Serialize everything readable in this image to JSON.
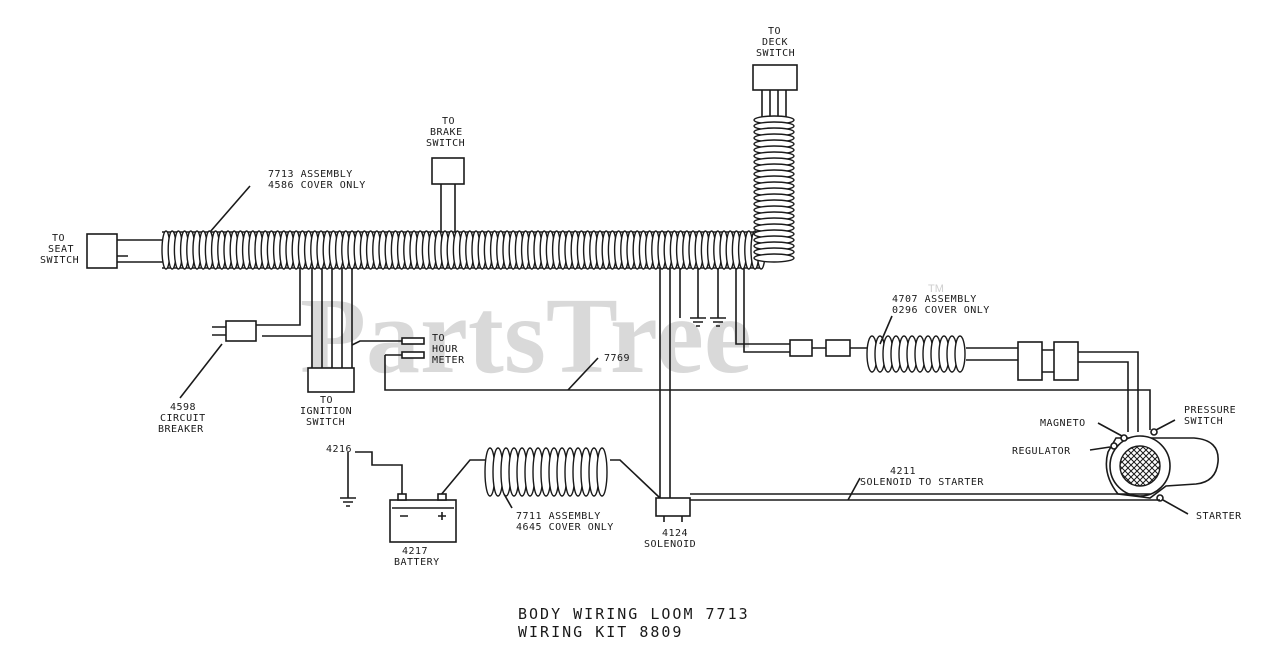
{
  "watermark": {
    "text": "PartsTree",
    "tm": "TM"
  },
  "labels": {
    "seat_switch": [
      "TO",
      "SEAT",
      "SWITCH"
    ],
    "brake_switch": [
      "TO",
      "BRAKE",
      "SWITCH"
    ],
    "deck_switch": [
      "TO",
      "DECK",
      "SWITCH"
    ],
    "main_assembly": [
      "7713 ASSEMBLY",
      "4586 COVER ONLY"
    ],
    "hour_meter": [
      "TO",
      "HOUR",
      "METER"
    ],
    "wire_7769": "7769",
    "circuit_breaker": [
      "4598",
      "CIRCUIT",
      "BREAKER"
    ],
    "ignition_switch": [
      "TO",
      "IGNITION",
      "SWITCH"
    ],
    "assembly_4707": [
      "4707 ASSEMBLY",
      "0296 COVER ONLY"
    ],
    "pressure_switch": [
      "PRESSURE",
      "SWITCH"
    ],
    "magneto": "MAGNETO",
    "regulator": "REGULATOR",
    "starter": "STARTER",
    "solenoid_to_starter": [
      "4211",
      "SOLENOID TO STARTER"
    ],
    "ground_4216": "4216",
    "battery": [
      "4217",
      "BATTERY"
    ],
    "assembly_7711": [
      "7711 ASSEMBLY",
      "4645 COVER ONLY"
    ],
    "solenoid": [
      "4124",
      "SOLENOID"
    ]
  },
  "caption": [
    "BODY WIRING LOOM 7713",
    "WIRING KIT 8809"
  ]
}
